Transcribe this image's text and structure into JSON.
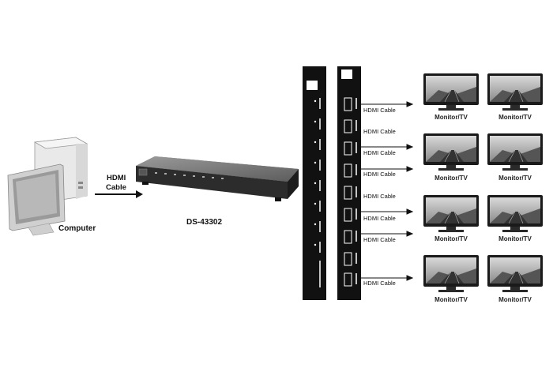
{
  "computer": {
    "label": "Computer"
  },
  "input_cable": {
    "line1": "HDMI",
    "line2": "Cable"
  },
  "splitter": {
    "model": "DS-43302"
  },
  "output_cable_label": "HDMI Cable",
  "monitor_label": "Monitor/TV",
  "colors": {
    "panel": "#111111",
    "accent": "#ffffff",
    "arrow": "#111111",
    "device": "#3a3a3a"
  }
}
